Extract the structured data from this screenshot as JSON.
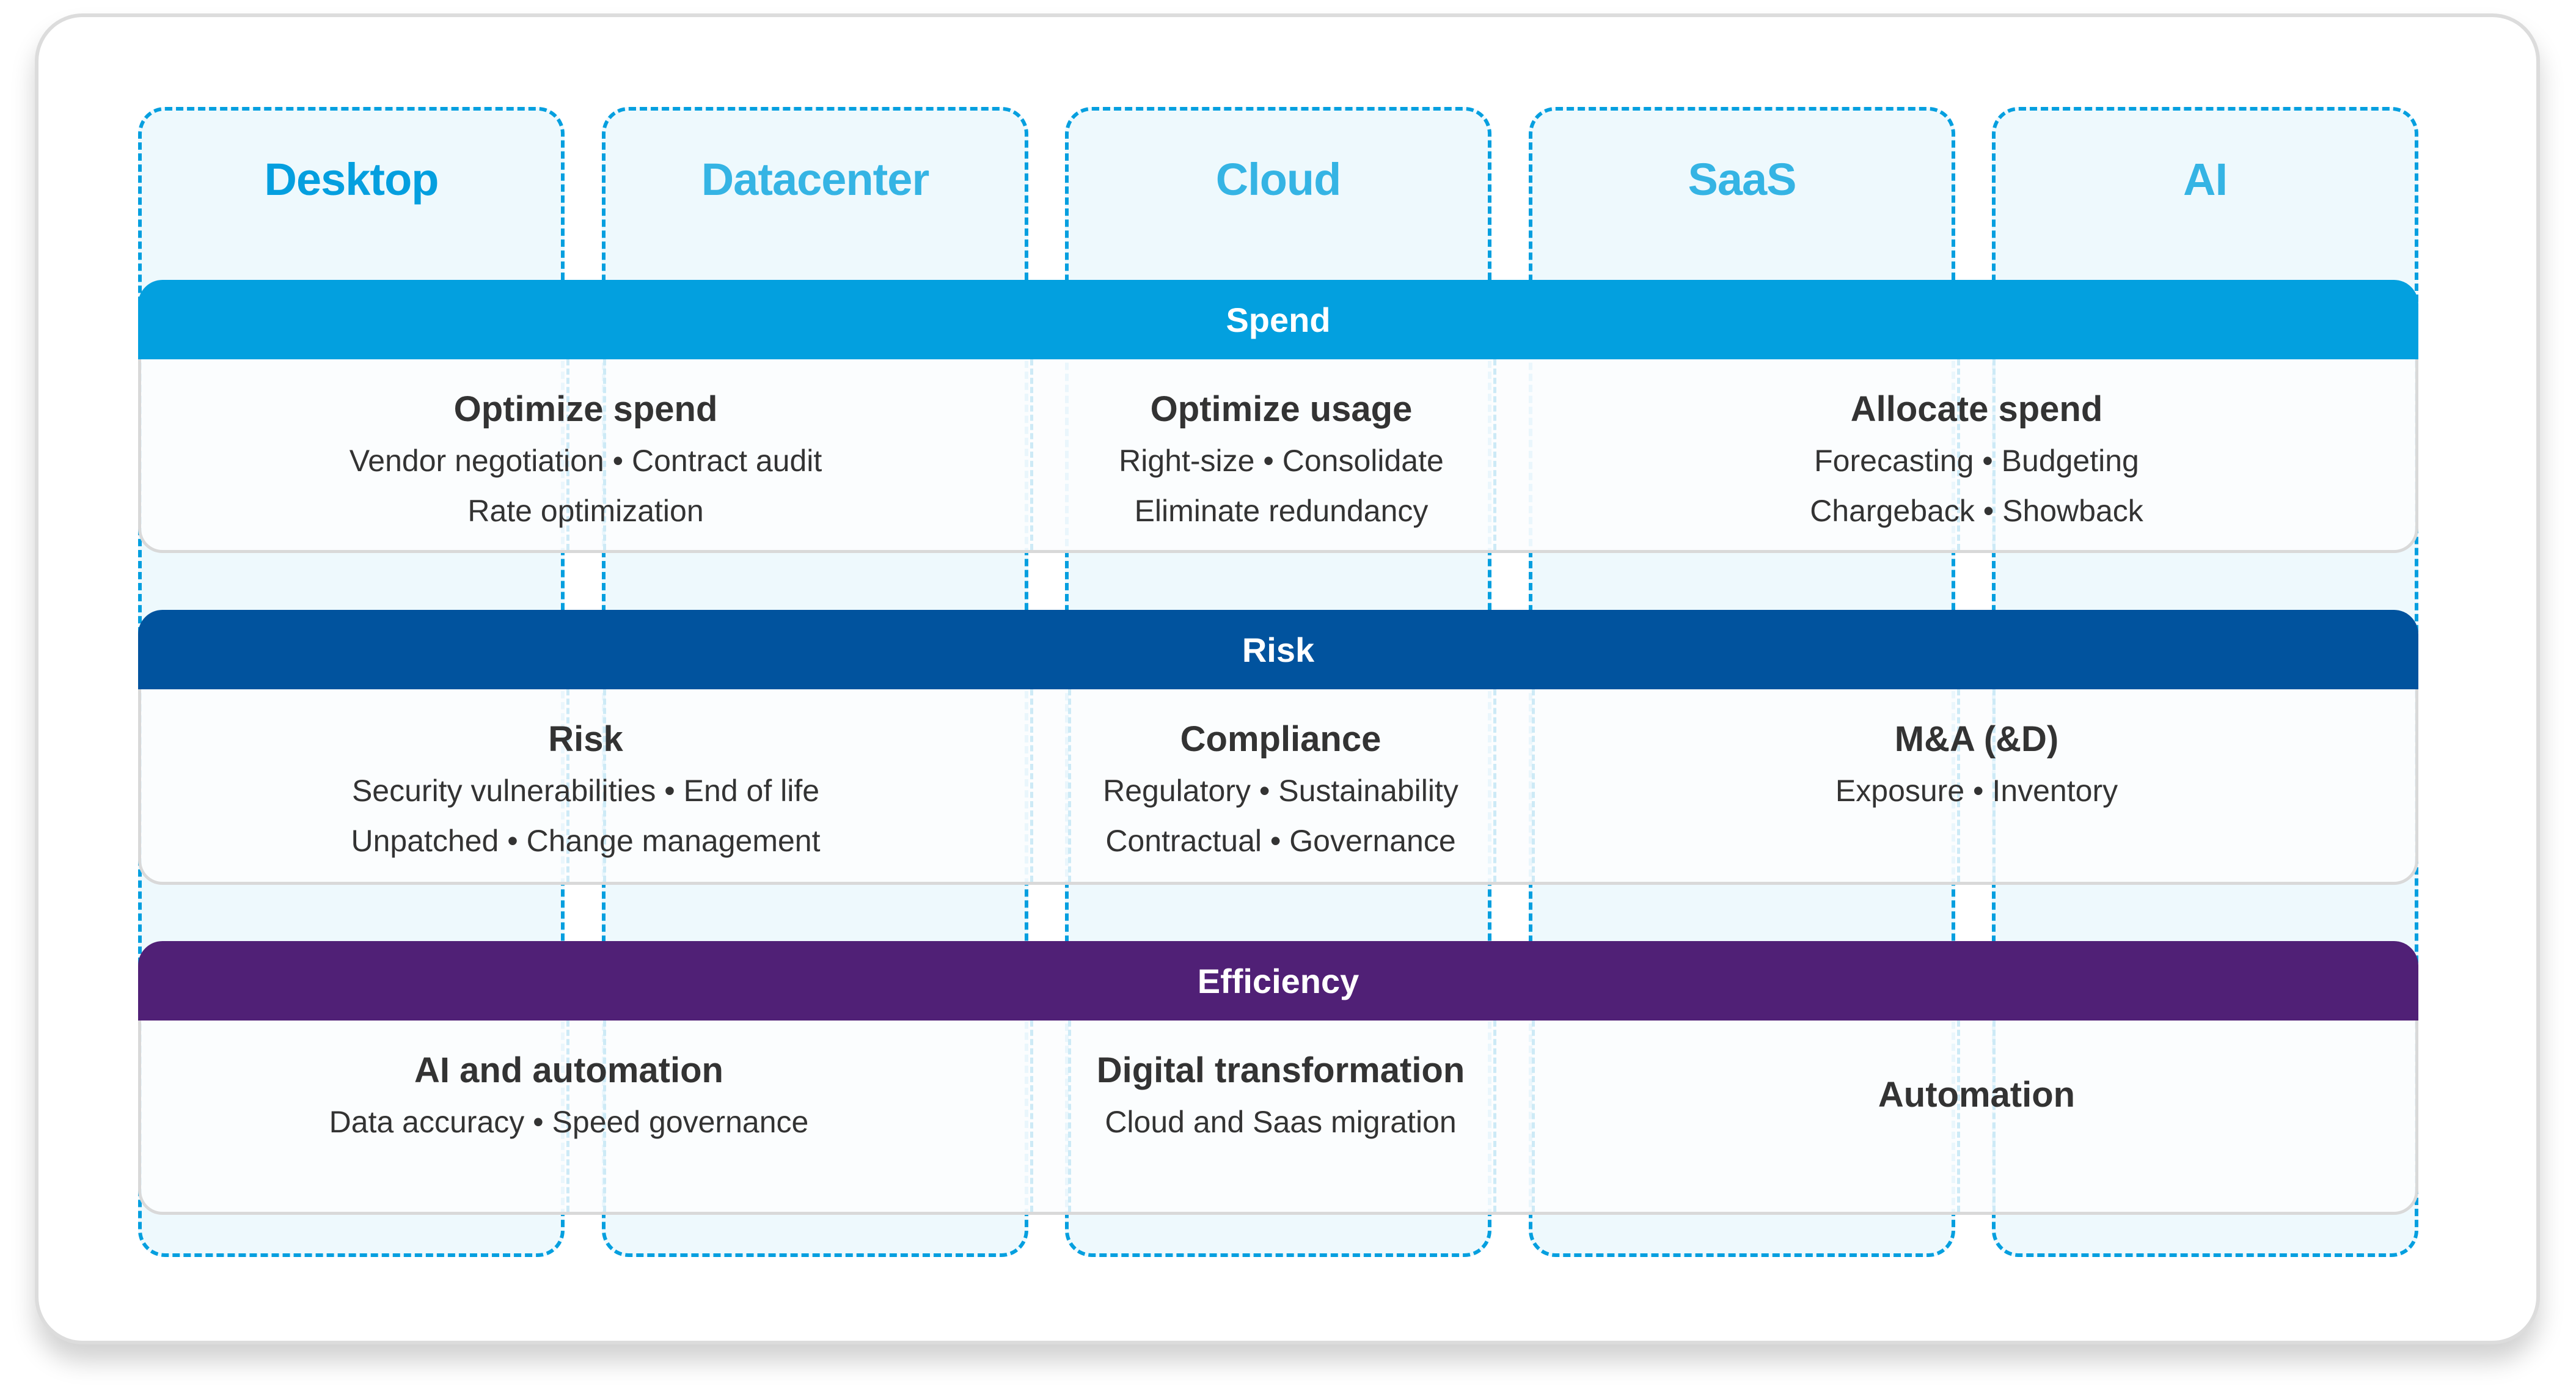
{
  "columns": [
    {
      "label": "Desktop"
    },
    {
      "label": "Datacenter"
    },
    {
      "label": "Cloud"
    },
    {
      "label": "SaaS"
    },
    {
      "label": "AI"
    }
  ],
  "bands": [
    {
      "label": "Spend",
      "color": "#03a0df",
      "cells": [
        {
          "title": "Optimize spend",
          "lines": [
            "Vendor negotiation • Contract audit",
            "Rate optimization"
          ]
        },
        {
          "title": "Optimize usage",
          "lines": [
            "Right-size • Consolidate",
            "Eliminate redundancy"
          ]
        },
        {
          "title": "Allocate spend",
          "lines": [
            "Forecasting • Budgeting",
            "Chargeback • Showback"
          ]
        }
      ]
    },
    {
      "label": "Risk",
      "color": "#01539e",
      "cells": [
        {
          "title": "Risk",
          "lines": [
            "Security vulnerabilities • End of life",
            "Unpatched • Change management"
          ]
        },
        {
          "title": "Compliance",
          "lines": [
            "Regulatory • Sustainability",
            "Contractual • Governance"
          ]
        },
        {
          "title": "M&A (&D)",
          "lines": [
            "Exposure • Inventory"
          ]
        }
      ]
    },
    {
      "label": "Efficiency",
      "color": "#502076",
      "cells": [
        {
          "title": "AI and automation",
          "lines": [
            "Data accuracy • Speed governance"
          ]
        },
        {
          "title": "Digital transformation",
          "lines": [
            "Cloud and Saas migration"
          ]
        },
        {
          "title": "Automation",
          "lines": []
        }
      ]
    }
  ]
}
